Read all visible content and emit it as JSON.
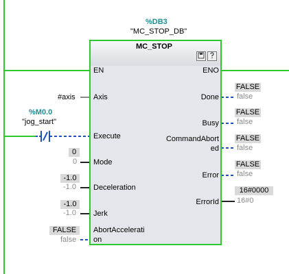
{
  "instance": {
    "db_number": "%DB3",
    "db_name": "\"MC_STOP_DB\""
  },
  "block": {
    "title": "MC_STOP",
    "icon_left": "save-icon",
    "icon_right": "help-icon"
  },
  "contact": {
    "address": "%M0.0",
    "name": "\"jog_start\""
  },
  "inputs": {
    "en": "EN",
    "axis": {
      "label": "Axis",
      "operand": "#axis"
    },
    "execute": {
      "label": "Execute"
    },
    "mode": {
      "label": "Mode",
      "box": "0",
      "value": "0"
    },
    "deceleration": {
      "label": "Deceleration",
      "box": "-1.0",
      "value": "-1.0"
    },
    "jerk": {
      "label": "Jerk",
      "box": "-1.0",
      "value": "-1.0"
    },
    "abort": {
      "label_1": "AbortAccelerati",
      "label_2": "on",
      "box": "FALSE",
      "value": "false"
    }
  },
  "outputs": {
    "eno": "ENO",
    "done": {
      "label": "Done",
      "box": "FALSE",
      "value": "false"
    },
    "busy": {
      "label": "Busy",
      "box": "FALSE",
      "value": "false"
    },
    "command_aborted": {
      "label_1": "CommandAbort",
      "label_2": "ed",
      "box": "FALSE",
      "value": "false"
    },
    "error": {
      "label": "Error",
      "box": "FALSE",
      "value": "false"
    },
    "error_id": {
      "label": "ErrorId",
      "box": "16#0000",
      "value": "16#0"
    }
  },
  "colors": {
    "power_flow": "#2ec72e",
    "dashed_link": "#1f4fbf",
    "db_text": "#1a8f8f"
  }
}
